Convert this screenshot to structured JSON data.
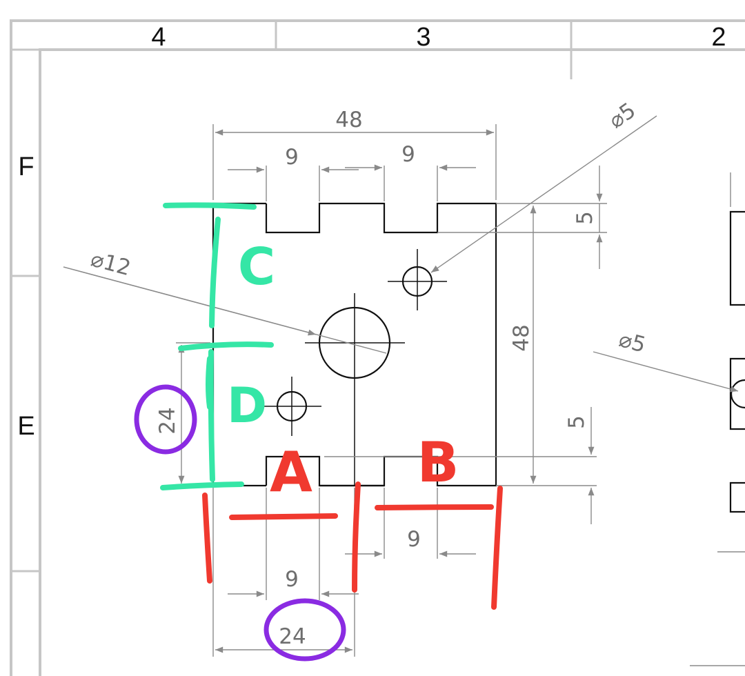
{
  "sheet": {
    "column_zones": [
      "4",
      "3",
      "2"
    ],
    "row_zones": [
      "F",
      "E"
    ]
  },
  "dimensions": {
    "overall_width": "48",
    "top_slot_left_width": "9",
    "top_slot_right_width": "9",
    "slot_depth_top": "5",
    "overall_height": "48",
    "slot_depth_bottom": "5",
    "bottom_slot_right_width": "9",
    "bottom_slot_left_width": "9",
    "bottom_offset": "24",
    "left_offset": "24",
    "hole_large": "⌀12",
    "hole_small_top": "⌀5",
    "hole_small_side": "⌀5"
  },
  "annotations": {
    "green_c": "C",
    "green_d": "D",
    "red_a": "A",
    "red_b": "B",
    "colors": {
      "green": "#35e6a6",
      "red": "#f0392f",
      "purple": "#8a2be2"
    }
  }
}
